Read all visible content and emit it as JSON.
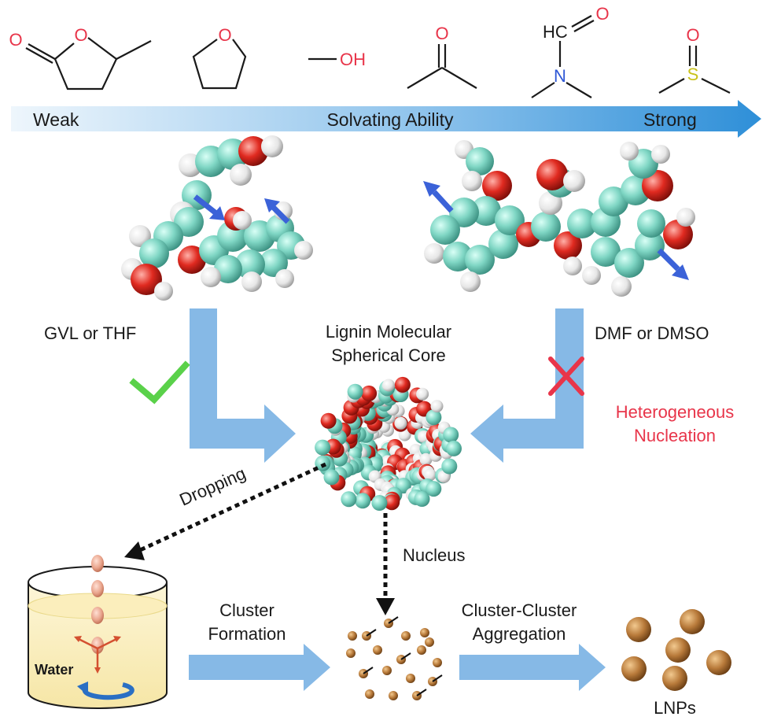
{
  "solvents": {
    "oh_label": "OH",
    "o_label": "O",
    "n_label": "N",
    "s_label": "S",
    "hc_label": "HC"
  },
  "scale": {
    "weak": "Weak",
    "middle": "Solvating Ability",
    "strong": "Strong"
  },
  "labels": {
    "gvl_thf": "GVL or THF",
    "core_line1": "Lignin Molecular",
    "core_line2": "Spherical Core",
    "dmf_dmso": "DMF or DMSO",
    "hetero_line1": "Heterogeneous",
    "hetero_line2": "Nucleation",
    "dropping": "Dropping",
    "nucleus": "Nucleus",
    "water": "Water",
    "cluster_line1": "Cluster",
    "cluster_line2": "Formation",
    "agg_line1": "Cluster-Cluster",
    "agg_line2": "Aggregation",
    "lnps": "LNPs"
  },
  "colors": {
    "arrow_blue": "#86b9e6",
    "gradient_start": "#e8f3fb",
    "gradient_end": "#2e8fd8",
    "check": "#5ad14a",
    "cross": "#e8354a",
    "oxygen": "#e8354a",
    "nitrogen": "#2f58d6",
    "sulfur": "#c9c21a",
    "carbon_atom": "#7fd6c4",
    "particle": "#b87a3a"
  }
}
